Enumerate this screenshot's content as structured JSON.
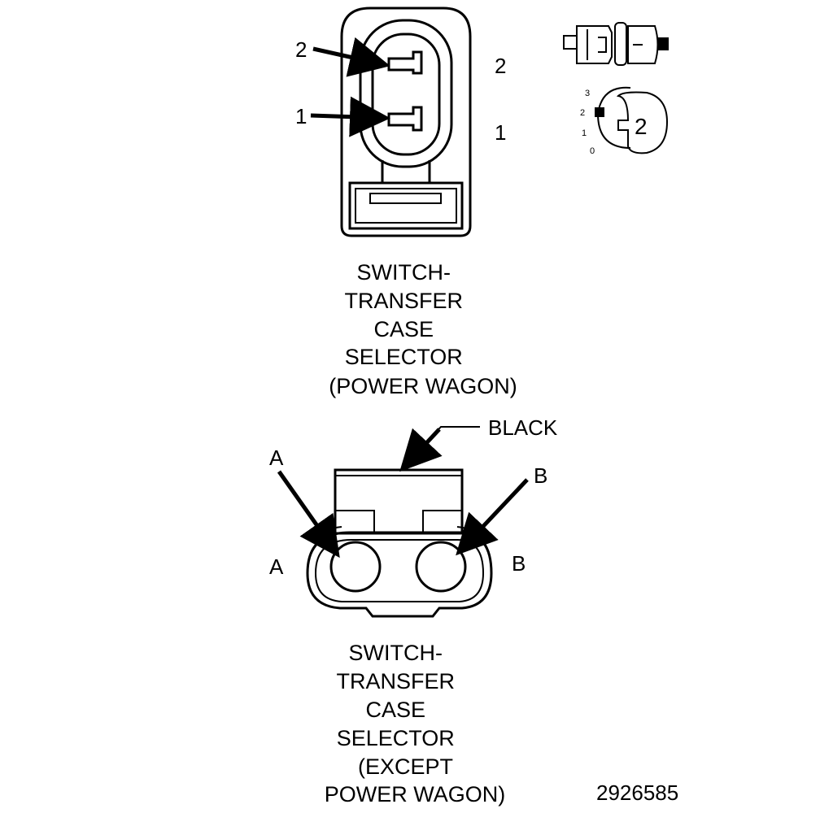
{
  "connector_top": {
    "pin_labels": [
      "2",
      "1"
    ],
    "side_labels": [
      "2",
      "1"
    ],
    "caption_lines": [
      "SWITCH-",
      "TRANSFER",
      "CASE",
      "SELECTOR",
      "(POWER WAGON)"
    ],
    "inset": {
      "badge": "2",
      "scale": [
        "3",
        "2",
        "1",
        "0"
      ]
    }
  },
  "connector_bottom": {
    "color_label": "BLACK",
    "pin_labels": [
      "A",
      "B"
    ],
    "side_labels": [
      "A",
      "B"
    ],
    "caption_lines": [
      "SWITCH-",
      "TRANSFER",
      "CASE",
      "SELECTOR",
      "(EXCEPT",
      "POWER WAGON)"
    ]
  },
  "figure_id": "2926585"
}
